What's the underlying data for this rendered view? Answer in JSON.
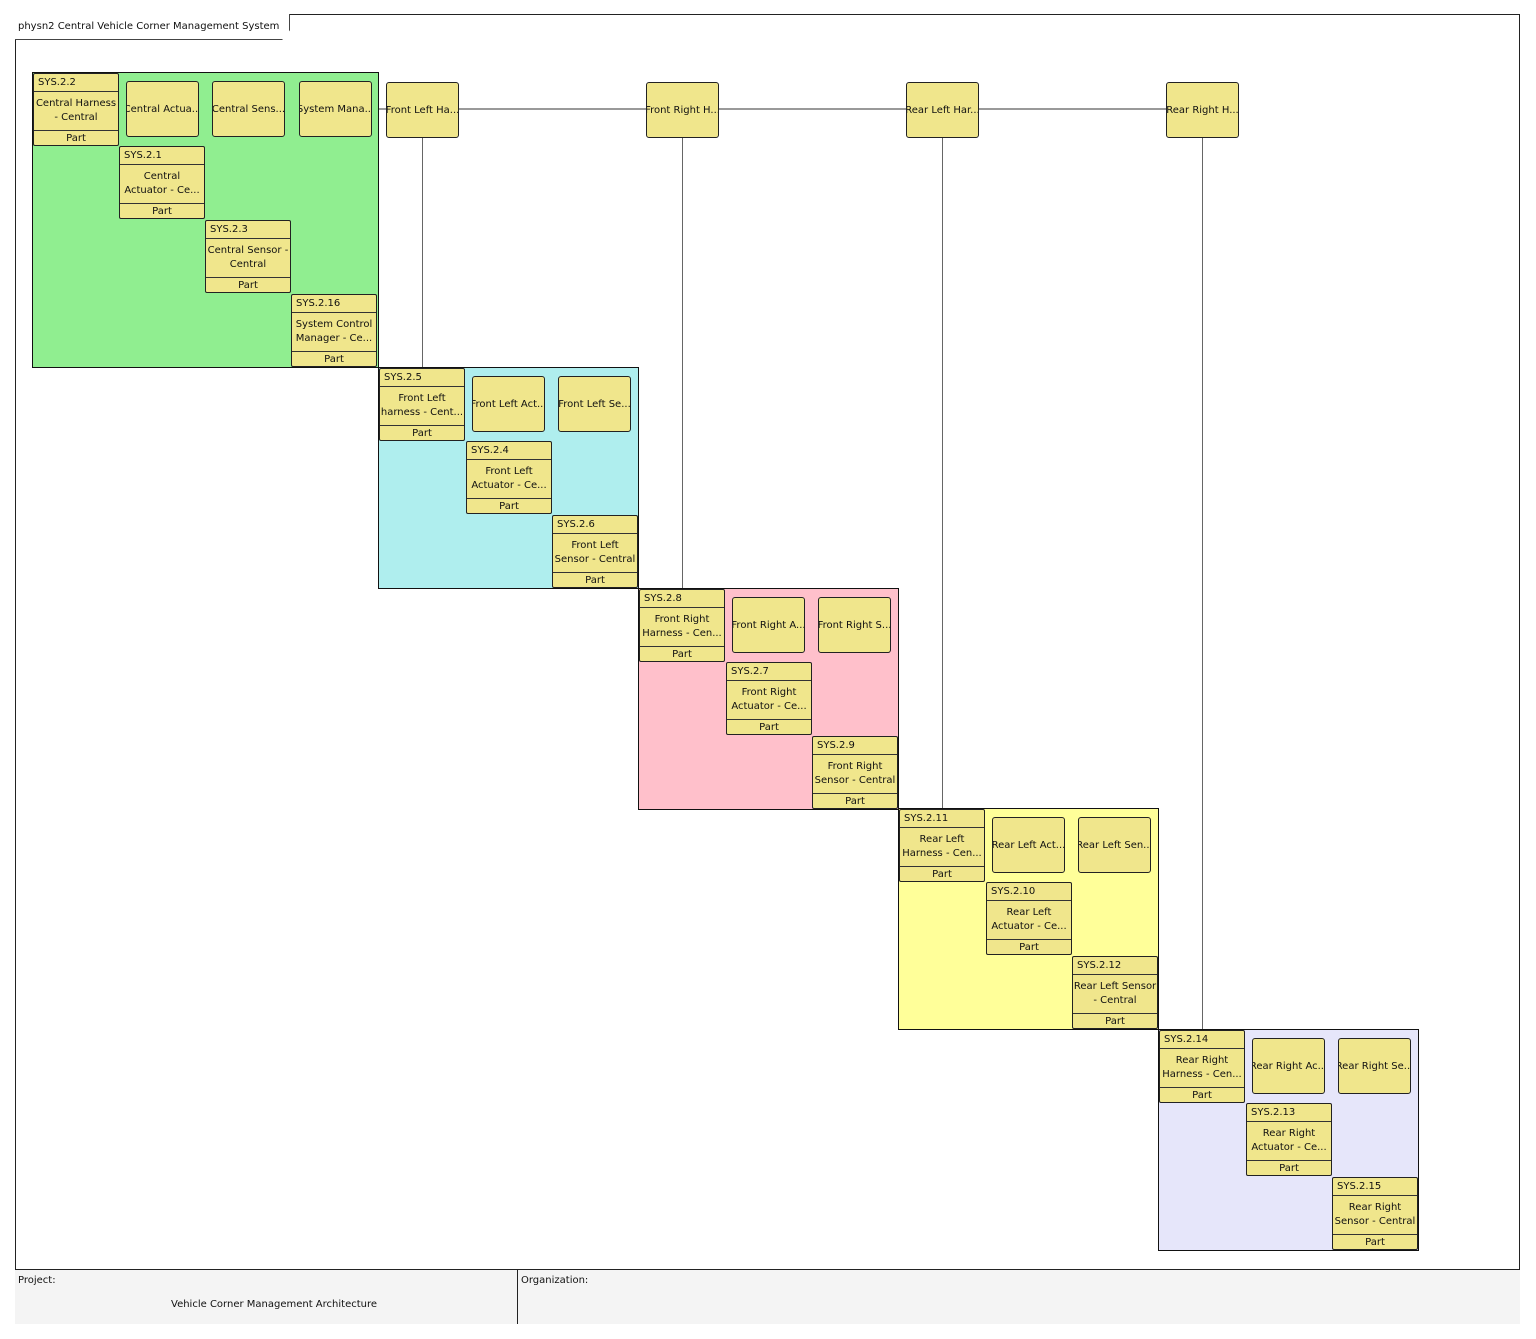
{
  "diagram": {
    "title": "physn2 Central Vehicle Corner Management System",
    "colors": {
      "part_fill": "#F0E68C"
    },
    "top_row": [
      "Front Left Ha...",
      "Front Right H...",
      "Rear Left Har...",
      "Rear Right H..."
    ],
    "groups": [
      {
        "color": "#90EE90",
        "harness": {
          "id": "SYS.2.2",
          "lines": [
            "Central Harness",
            "- Central"
          ],
          "type": "Part"
        },
        "blocks": [
          "Central Actua...",
          "Central Sens...",
          "System Mana..."
        ],
        "parts": [
          {
            "id": "SYS.2.1",
            "lines": [
              "Central",
              "Actuator - Ce..."
            ],
            "type": "Part"
          },
          {
            "id": "SYS.2.3",
            "lines": [
              "Central Sensor -",
              "Central"
            ],
            "type": "Part"
          },
          {
            "id": "SYS.2.16",
            "lines": [
              "System Control",
              "Manager - Ce..."
            ],
            "type": "Part"
          }
        ]
      },
      {
        "color": "#AFEEEE",
        "harness": {
          "id": "SYS.2.5",
          "lines": [
            "Front Left",
            "harness - Cent..."
          ],
          "type": "Part"
        },
        "blocks": [
          "Front Left Act...",
          "Front Left Se..."
        ],
        "parts": [
          {
            "id": "SYS.2.4",
            "lines": [
              "Front Left",
              "Actuator - Ce..."
            ],
            "type": "Part"
          },
          {
            "id": "SYS.2.6",
            "lines": [
              "Front Left",
              "Sensor - Central"
            ],
            "type": "Part"
          }
        ]
      },
      {
        "color": "#FFC0CB",
        "harness": {
          "id": "SYS.2.8",
          "lines": [
            "Front Right",
            "Harness - Cen..."
          ],
          "type": "Part"
        },
        "blocks": [
          "Front Right A...",
          "Front Right S..."
        ],
        "parts": [
          {
            "id": "SYS.2.7",
            "lines": [
              "Front Right",
              "Actuator - Ce..."
            ],
            "type": "Part"
          },
          {
            "id": "SYS.2.9",
            "lines": [
              "Front Right",
              "Sensor - Central"
            ],
            "type": "Part"
          }
        ]
      },
      {
        "color": "#FFFF99",
        "harness": {
          "id": "SYS.2.11",
          "lines": [
            "Rear Left",
            "Harness - Cen..."
          ],
          "type": "Part"
        },
        "blocks": [
          "Rear Left Act...",
          "Rear Left Sen..."
        ],
        "parts": [
          {
            "id": "SYS.2.10",
            "lines": [
              "Rear Left",
              "Actuator - Ce..."
            ],
            "type": "Part"
          },
          {
            "id": "SYS.2.12",
            "lines": [
              "Rear Left Sensor",
              "- Central"
            ],
            "type": "Part"
          }
        ]
      },
      {
        "color": "#E6E6FA",
        "harness": {
          "id": "SYS.2.14",
          "lines": [
            "Rear Right",
            "Harness - Cen..."
          ],
          "type": "Part"
        },
        "blocks": [
          "Rear Right Ac...",
          "Rear Right Se..."
        ],
        "parts": [
          {
            "id": "SYS.2.13",
            "lines": [
              "Rear Right",
              "Actuator - Ce..."
            ],
            "type": "Part"
          },
          {
            "id": "SYS.2.15",
            "lines": [
              "Rear Right",
              "Sensor - Central"
            ],
            "type": "Part"
          }
        ]
      }
    ]
  },
  "footer": {
    "project_label": "Project:",
    "project_value": "Vehicle Corner Management Architecture",
    "organization_label": "Organization:"
  }
}
